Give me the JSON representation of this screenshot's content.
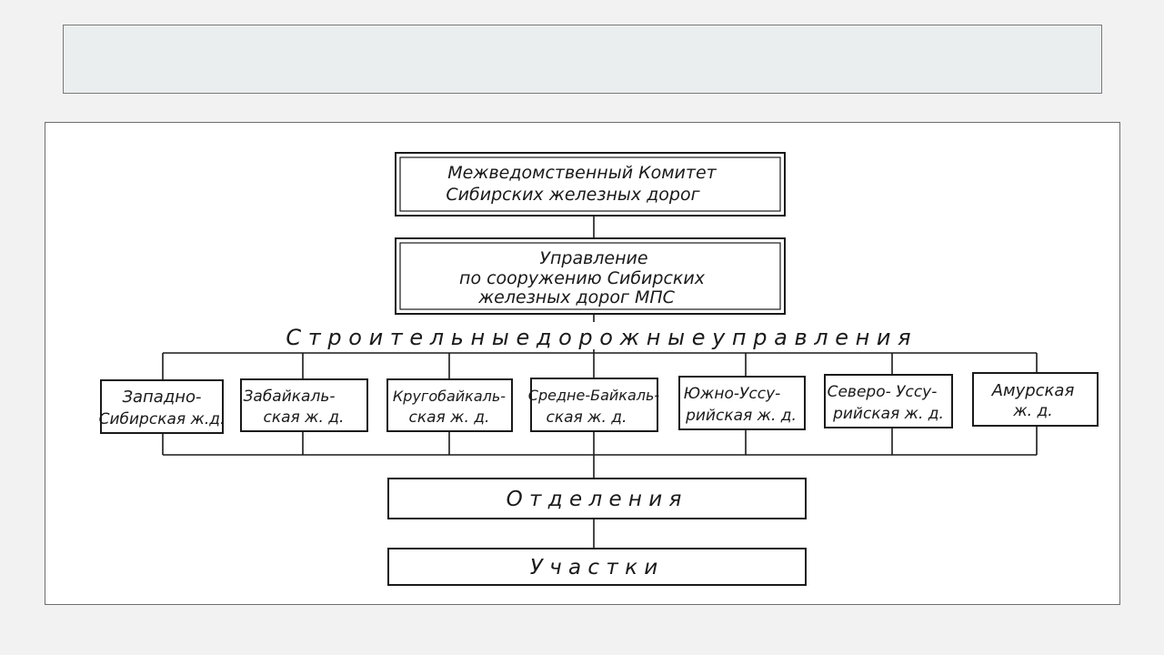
{
  "slide": {
    "title_box": ""
  },
  "diagram": {
    "top": [
      "Межведомственный  Комитет",
      "Сибирских  железных  дорог"
    ],
    "second": [
      "Управление",
      "по  сооружению  Сибирских",
      "железных  дорог  МПС"
    ],
    "band_label": "С т р о и т е л ь н ы е   д о р о ж н ы е   у п р а в л е н и я",
    "railways": [
      [
        "Западно-",
        "Сибирская ж.д."
      ],
      [
        "Забайкаль-",
        "ская  ж. д."
      ],
      [
        "Кругобайкаль-",
        "ская  ж. д."
      ],
      [
        "Средне-Байкаль-",
        "ская  ж. д."
      ],
      [
        "Южно-Уссу-",
        "рийская  ж. д."
      ],
      [
        "Северо- Уссу-",
        "рийская  ж. д."
      ],
      [
        "Амурская",
        "ж. д."
      ]
    ],
    "departments": "О   т   д   е   л   е   н   и   я",
    "sections": "У   ч   а   с   т   к   и"
  }
}
